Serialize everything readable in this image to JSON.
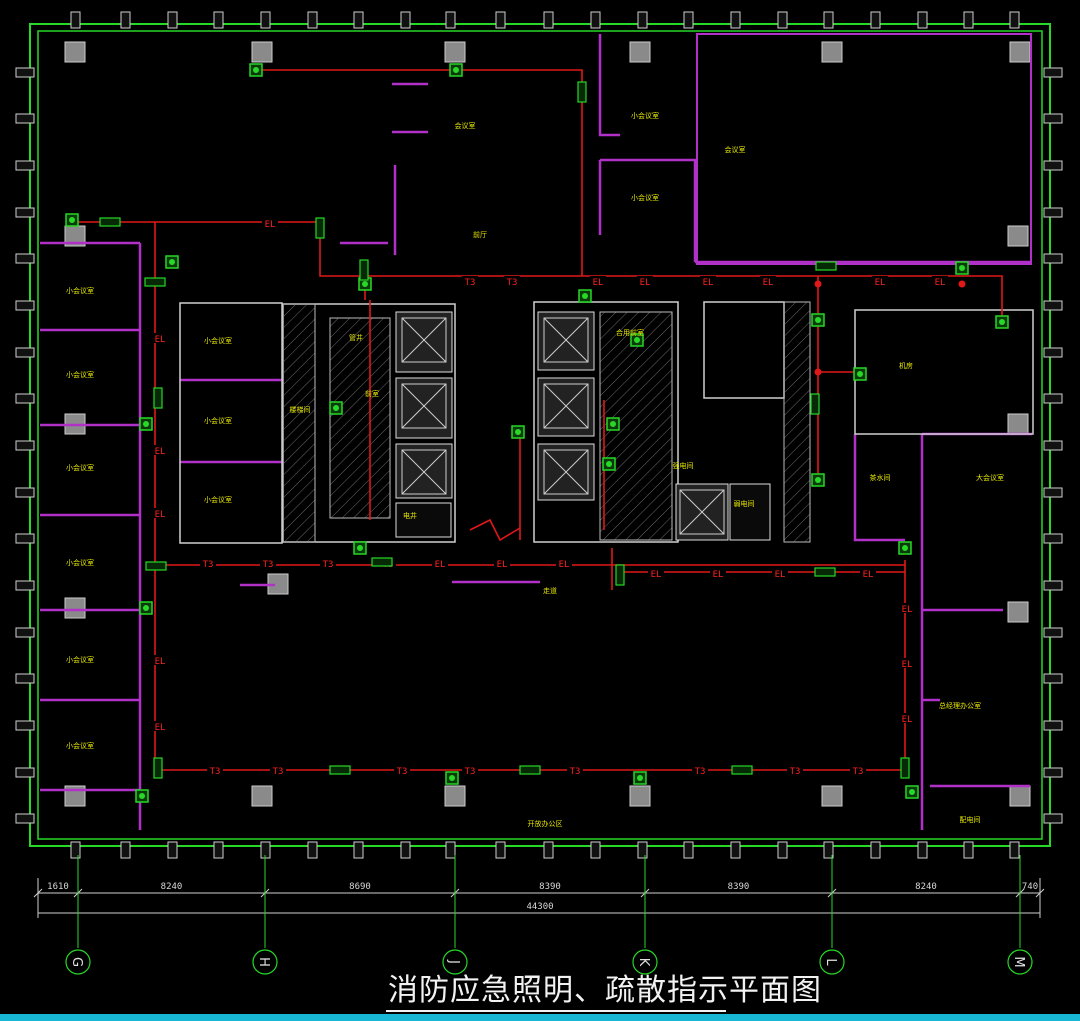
{
  "title": "消防应急照明、疏散指示平面图",
  "colors": {
    "background": "#000000",
    "wall_green": "#27d827",
    "wiring_red": "#e01818",
    "partition_magenta": "#b030c8",
    "column_gray": "#9a9a9a",
    "text_yellow": "#e8e800",
    "accent_cyan": "#18b7d6"
  },
  "dimensions": {
    "segments": [
      "1610",
      "8240",
      "8690",
      "8390",
      "8390",
      "8240",
      "740"
    ],
    "total": "44300"
  },
  "axes": [
    "G",
    "H",
    "J",
    "K",
    "L",
    "M"
  ],
  "wire_labels": {
    "el": "EL",
    "t3": "T3"
  },
  "rooms": [
    "会议室",
    "小会议室",
    "小会议室",
    "小会议室",
    "小会议室",
    "小会议室",
    "小会议室",
    "小会议室",
    "小会议室",
    "小会议室",
    "小会议室",
    "小会议室",
    "会议室",
    "前厅",
    "合用前室",
    "电井",
    "管井",
    "前室",
    "走道",
    "开放办公区",
    "楼梯间",
    "强电间",
    "弱电间",
    "机房",
    "大会议室",
    "总经理办公室",
    "茶水间",
    "配电间"
  ]
}
